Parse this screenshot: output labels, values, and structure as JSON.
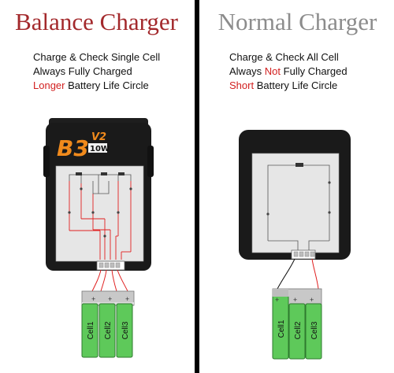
{
  "left": {
    "title": "Balance Charger",
    "features": [
      {
        "text": "Charge & Check Single Cell",
        "highlight": "",
        "rest": ""
      },
      {
        "text": "Always Fully Charged",
        "highlight": "",
        "rest": ""
      },
      {
        "text": "",
        "highlight": "Longer",
        "rest": " Battery Life Circle"
      }
    ],
    "charger": {
      "brand": "B3",
      "version": "V2",
      "power": "10W"
    },
    "cells": [
      "Cell1",
      "Cell2",
      "Cell3"
    ]
  },
  "right": {
    "title": "Normal Charger",
    "features": [
      {
        "text": "Charge & Check All Cell",
        "highlight": "",
        "rest": ""
      },
      {
        "text": "Always ",
        "highlight": "Not",
        "rest": " Fully Charged"
      },
      {
        "text": "",
        "highlight": "Short",
        "rest": " Battery Life Circle"
      }
    ],
    "cells": [
      "Cell1",
      "Cell2",
      "Cell3"
    ]
  },
  "colors": {
    "title_left": "#a3292c",
    "title_right": "#8c8c8c",
    "highlight": "#d22020",
    "brand_orange": "#f08a1c",
    "cell_green": "#5ec95a",
    "wire_red": "#e02020"
  }
}
